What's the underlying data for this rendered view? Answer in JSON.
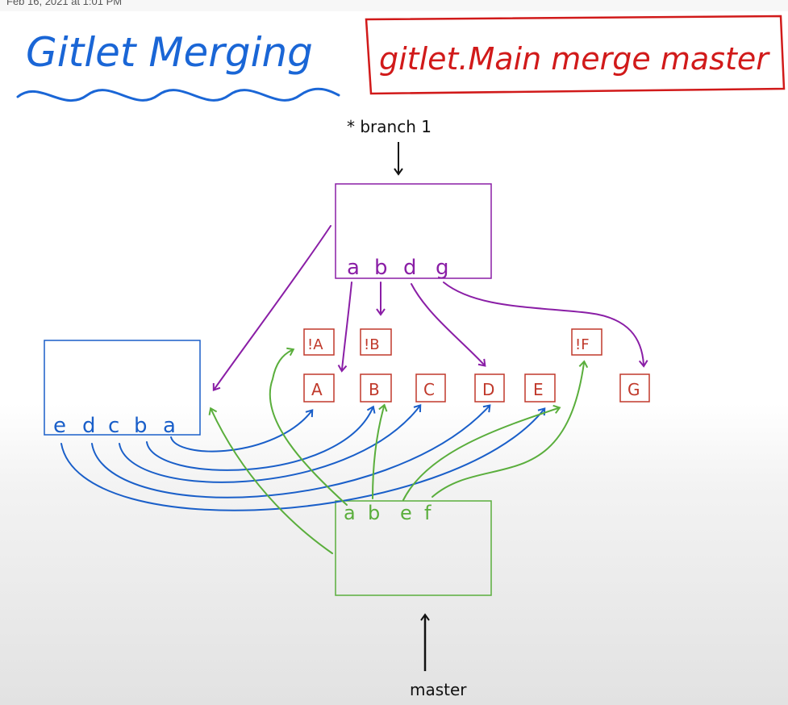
{
  "header": {
    "timestamp": "Feb 16, 2021 at 1:01 PM",
    "title": "Gitlet Merging",
    "command": "gitlet.Main merge master"
  },
  "colors": {
    "title": "#1a66d6",
    "command": "#d11a1a",
    "branch1": "#8a1ea6",
    "split": "#1a5fc9",
    "master": "#5aae3c",
    "files": "#c0392b",
    "ink": "#111111"
  },
  "pointers": {
    "branch1_label": "* branch 1",
    "master_label": "master"
  },
  "commits": {
    "branch1": {
      "files": [
        "a",
        "b",
        "d",
        "g"
      ]
    },
    "split": {
      "files": [
        "e",
        "d",
        "c",
        "b",
        "a"
      ]
    },
    "master": {
      "files": [
        "a",
        "b",
        "e",
        "f"
      ]
    }
  },
  "blobs": {
    "conflict": [
      "!A",
      "!B",
      "!F"
    ],
    "result": [
      "A",
      "B",
      "C",
      "D",
      "E",
      "G"
    ]
  }
}
